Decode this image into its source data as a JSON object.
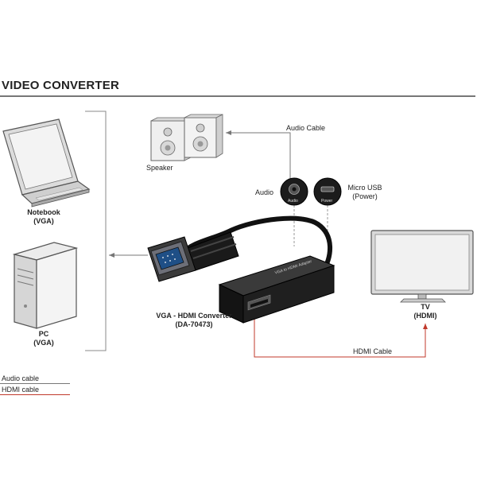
{
  "header": {
    "title": "VIDEO CONVERTER"
  },
  "devices": {
    "notebook": {
      "name": "Notebook",
      "port": "(VGA)"
    },
    "pc": {
      "name": "PC",
      "port": "(VGA)"
    },
    "speaker": {
      "name": "Speaker"
    },
    "tv": {
      "name": "TV",
      "port": "(HDMI)"
    }
  },
  "adapter": {
    "name": "VGA - HDMI Converter",
    "model": "(DA-70473)",
    "body_text": "VGA to HDMI Adapter",
    "audio_port_label": "Audio",
    "power_port_label": "Power"
  },
  "ports": {
    "audio": {
      "label": "Audio"
    },
    "micro_usb": {
      "label": "Micro USB",
      "sublabel": "(Power)"
    }
  },
  "cables": {
    "audio": {
      "label": "Audio Cable"
    },
    "hdmi": {
      "label": "HDMI Cable"
    }
  },
  "legend": [
    {
      "label": "Audio cable",
      "color": "#777777"
    },
    {
      "label": "HDMI cable",
      "color": "#c0392b"
    }
  ],
  "colors": {
    "audio_line": "#777777",
    "hdmi_line": "#c0392b"
  }
}
